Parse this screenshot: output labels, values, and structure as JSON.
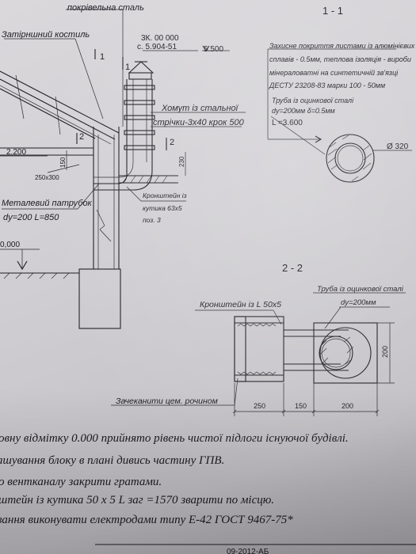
{
  "labels": {
    "roof_steel": "покрівельна сталь",
    "rafter": "Затірншний костиль",
    "code": "3К. 00 000",
    "mark_5904": "с. 5.904-51",
    "mark_5500": "5.500",
    "clamp_line1": "Хомут із стальної",
    "clamp_line2": "стрічки-3x40 крок 500",
    "mark_2200": "2.200",
    "dim_150": "150",
    "opening": "250x300",
    "dim_230": "230",
    "sec_mark_1a": "1",
    "sec_mark_1b": "1",
    "sec_mark_2a": "2",
    "sec_mark_2b": "2",
    "pipe_line1": "Металевий патрубок",
    "pipe_line2": "dу=200  L=850",
    "bracket_line1": "Кронштейн із",
    "bracket_line2": "кутика 63x5",
    "bracket_line3": "поз. 3",
    "mark_0000": "0,000"
  },
  "section1": {
    "title": "1 - 1",
    "coating_line1": "Захисне покриття листами із алюмінієвих",
    "coating_line2": "сплавів - 0.5мм, теплова ізоляція - вироби",
    "coating_line3": "мінераловатні на синтетичній зв'язці",
    "coating_line4": "ДЕСТУ 23208-83 марки 100 - 50мм",
    "pipe_line1": "Труба із оцинкової сталі",
    "pipe_line2": "dу=200мм     δ=0.5мм",
    "pipe_line3": "L =3.600",
    "diameter": "Ø 320"
  },
  "section2": {
    "title": "2 - 2",
    "pipe_line1": "Труба із оцинкової сталі",
    "pipe_line2": "dу=200мм",
    "bracket": "Кронштейн із L 50x5",
    "seal": "Зачеканити цем. рочином",
    "dim_250": "250",
    "dim_150": "150",
    "dim_200_bottom": "200",
    "dim_200_side": "200"
  },
  "notes": [
    "овну відмітку 0.000 прийнято рівень чистої підлоги існуючої будівлі.",
    "ашування блоку в плані дивись частину ГПВ.",
    "о вентканалу закрити гратами.",
    "штейн із кутика 50 x 5 L заг =1570 зварити по місцю.",
    "вання виконувати електродами типу Е-42 ГОСТ 9467-75*"
  ],
  "footer": {
    "stamp": "09-2012-АБ"
  }
}
